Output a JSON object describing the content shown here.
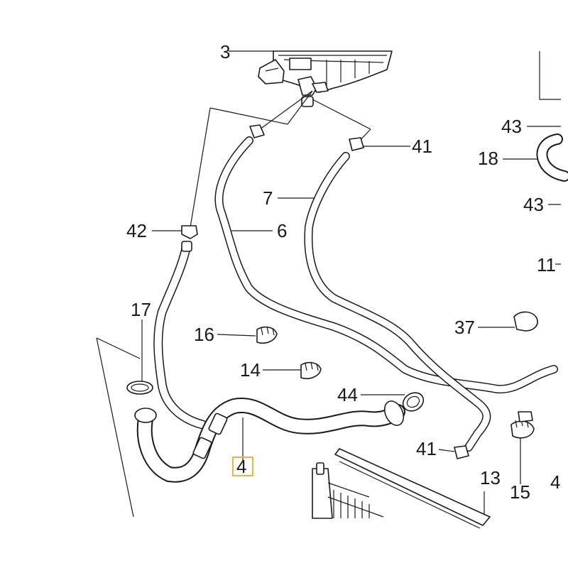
{
  "diagram": {
    "callouts": [
      {
        "id": "c3",
        "text": "3"
      },
      {
        "id": "c43a",
        "text": "43"
      },
      {
        "id": "c41a",
        "text": "41"
      },
      {
        "id": "c18",
        "text": "18"
      },
      {
        "id": "c7",
        "text": "7"
      },
      {
        "id": "c43b",
        "text": "43"
      },
      {
        "id": "c42",
        "text": "42"
      },
      {
        "id": "c6",
        "text": "6"
      },
      {
        "id": "c11",
        "text": "11"
      },
      {
        "id": "c17",
        "text": "17"
      },
      {
        "id": "c37",
        "text": "37"
      },
      {
        "id": "c16",
        "text": "16"
      },
      {
        "id": "c14",
        "text": "14"
      },
      {
        "id": "c44",
        "text": "44"
      },
      {
        "id": "c4",
        "text": "4"
      },
      {
        "id": "c41b",
        "text": "41"
      },
      {
        "id": "c13",
        "text": "13"
      },
      {
        "id": "c15",
        "text": "15"
      },
      {
        "id": "c_partial",
        "text": "4"
      }
    ],
    "highlighted_part": "4",
    "colors": {
      "line": "#1a1a1a",
      "highlight": "#f0b43c",
      "background": "#ffffff"
    }
  }
}
